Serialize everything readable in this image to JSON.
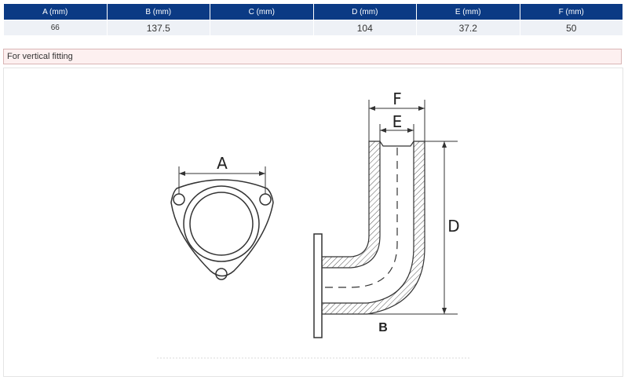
{
  "table": {
    "headers": [
      "A (mm)",
      "B (mm)",
      "C (mm)",
      "D (mm)",
      "E (mm)",
      "F (mm)"
    ],
    "values": [
      "66",
      "137.5",
      "",
      "104",
      "37.2",
      "50"
    ]
  },
  "note": "For vertical fitting",
  "diagram": {
    "labels": {
      "a": "A",
      "b": "B",
      "d": "D",
      "e": "E",
      "f": "F"
    }
  }
}
